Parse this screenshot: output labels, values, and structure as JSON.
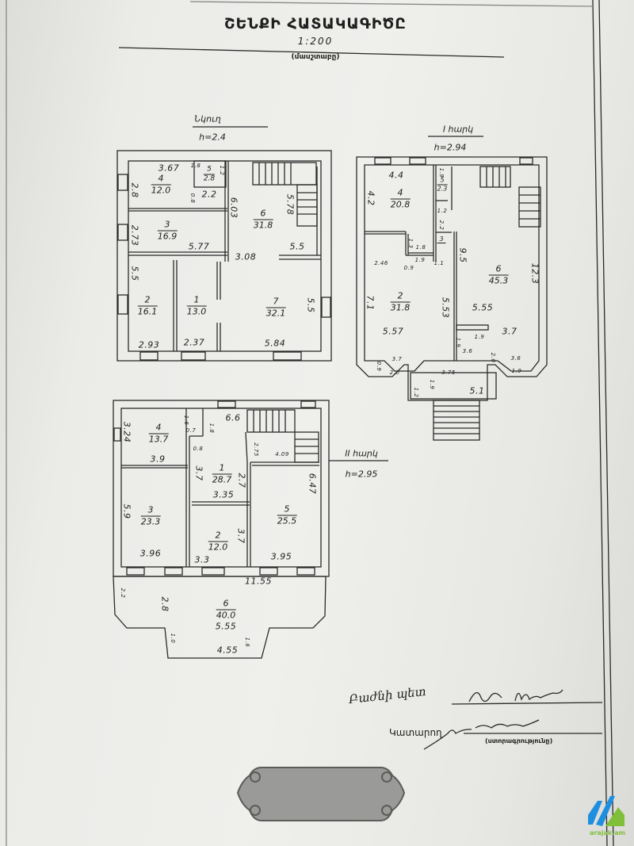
{
  "document": {
    "title": "ՇԵՆՔԻ ՀԱՏԱԿԱԳԻԾԸ",
    "scale": "1:200",
    "scale_caption": "(մասշտաբը)"
  },
  "floors": [
    {
      "name": "Նկուղ",
      "height": "h=2.4",
      "rooms": [
        {
          "no": "1",
          "area": "13.0"
        },
        {
          "no": "2",
          "area": "16.1"
        },
        {
          "no": "3",
          "area": "16.9"
        },
        {
          "no": "4",
          "area": "12.0"
        },
        {
          "no": "5",
          "area": "2.8"
        },
        {
          "no": "6",
          "area": "31.8"
        },
        {
          "no": "7",
          "area": "32.1"
        }
      ],
      "dimensions": [
        "3.67",
        "2.8",
        "1.8",
        "1.2",
        "0.8",
        "2.2",
        "6.03",
        "5.78",
        "2.73",
        "5.77",
        "5.5",
        "3.08",
        "5.5",
        "5.5",
        "2.93",
        "2.37",
        "5.84"
      ]
    },
    {
      "name": "I հարկ",
      "height": "h=2.94",
      "rooms": [
        {
          "no": "2",
          "area": "31.8"
        },
        {
          "no": "3"
        },
        {
          "no": "4",
          "area": "20.8"
        },
        {
          "no": "5",
          "area": "2.3"
        },
        {
          "no": "6",
          "area": "45.3"
        }
      ],
      "dimensions": [
        "4.4",
        "4.2",
        "1.9",
        "1.2",
        "2.2",
        "1.3",
        "1.8",
        "2.46",
        "0.9",
        "1.9",
        "1.1",
        "9.5",
        "12.3",
        "7.1",
        "5.53",
        "5.55",
        "5.57",
        "3.7",
        "1.9",
        "1.9",
        "3.6",
        "2.0",
        "3.6",
        "0.9",
        "3.7",
        "2.0",
        "3.75",
        "1.9",
        "1.2",
        "1.9",
        "5.1"
      ]
    },
    {
      "name": "II հարկ",
      "height": "h=2.95",
      "rooms": [
        {
          "no": "1",
          "area": "28.7"
        },
        {
          "no": "2",
          "area": "12.0"
        },
        {
          "no": "3",
          "area": "23.3"
        },
        {
          "no": "4",
          "area": "13.7"
        },
        {
          "no": "5",
          "area": "25.5"
        },
        {
          "no": "6",
          "area": "40.0"
        }
      ],
      "dimensions": [
        "3.24",
        "1.6",
        "0.7",
        "1.8",
        "6.6",
        "0.8",
        "2.75",
        "4.09",
        "3.9",
        "3.7",
        "2.7",
        "3.35",
        "6.47",
        "5.9",
        "3.7",
        "3.96",
        "3.3",
        "3.95",
        "11.55",
        "2.2",
        "2.8",
        "5.55",
        "1.0",
        "1.6",
        "4.55"
      ]
    }
  ],
  "signatures": {
    "head_label": "Բաժնի պետ",
    "executor_label": "Կատարող",
    "signature_caption": "(ստորագրությունը)"
  },
  "watermark": {
    "text": "arajak.am",
    "blue": "#1e8fe0",
    "green": "#7fbf3a"
  }
}
